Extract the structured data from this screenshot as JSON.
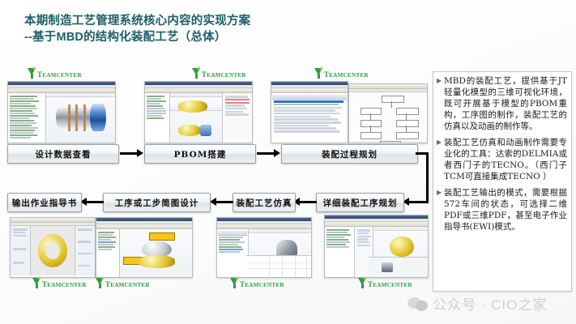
{
  "slide": {
    "title_line1": "本期制造工艺管理系统核心内容的实现方案",
    "title_line2": "--基于MBD的结构化装配工艺（总体）",
    "title_color": "#1d5f68",
    "background": "#ffffff"
  },
  "logo": {
    "brand_cap": "T",
    "brand_rest": "EAMCENTER",
    "color": "#2f9e41"
  },
  "flow": {
    "boxes": [
      {
        "id": "design-data-view",
        "label": "设计数据查看"
      },
      {
        "id": "pbom-build",
        "label": "PBOM搭建"
      },
      {
        "id": "assembly-planning",
        "label": "装配过程规划"
      },
      {
        "id": "detail-op-planning",
        "label": "详细装配工序规划"
      },
      {
        "id": "assembly-sim",
        "label": "装配工艺仿真"
      },
      {
        "id": "op-step-sketch",
        "label": "工序或工步简图设计"
      },
      {
        "id": "output-work-inst",
        "label": "输出作业指导书"
      }
    ]
  },
  "notes": {
    "bullet_glyph": "▶",
    "items": [
      "MBD的装配工艺，提供基于JT轻量化模型的三维可视化环境，既可开展基于模型的PBOM重构，工序图的制作，装配工艺的仿真以及动画的制作等。",
      "装配工艺仿真和动画制作需要专业化的工具：达索的DELMIA或者西门子的TECNO。（西门子TCM可直接集成TECNO ）",
      "装配工艺输出的模式，需要根据572车间的状态，可选择二维PDF或三维PDF，甚至电子作业指导书(EWI)模式。"
    ]
  },
  "watermark": {
    "text": "公众号 · CIO之家",
    "color": "#cfcfcf",
    "icon": "wechat-icon"
  }
}
